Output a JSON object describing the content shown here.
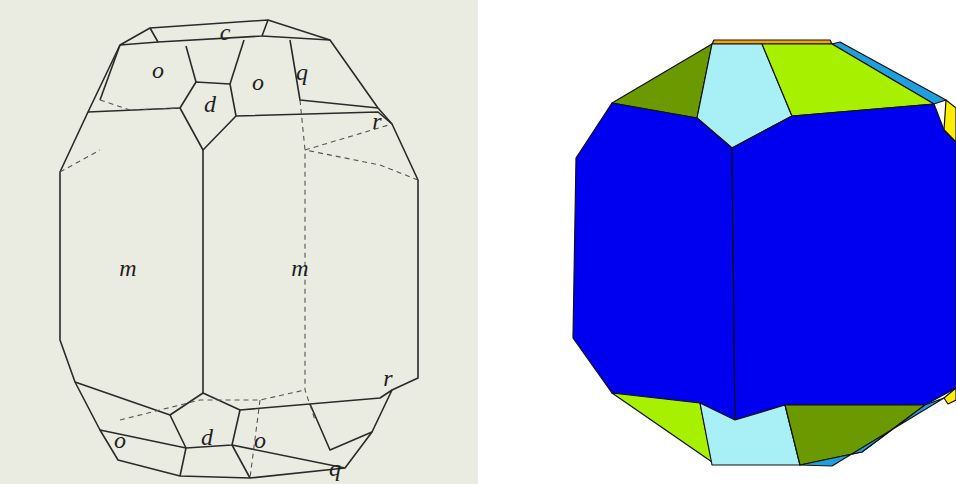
{
  "diagram": {
    "labels": [
      "c",
      "o",
      "o",
      "q",
      "d",
      "r",
      "m",
      "m",
      "r",
      "o",
      "d",
      "o",
      "q"
    ]
  }
}
